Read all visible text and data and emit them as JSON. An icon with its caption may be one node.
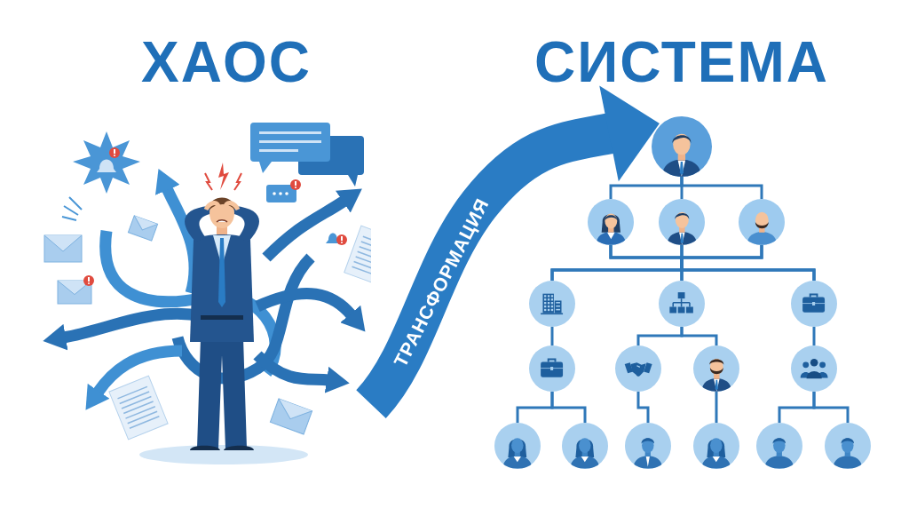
{
  "diagram": {
    "nodes": [
      {
        "text": [],
        "shape": "picture"
      },
      {
        "text": [],
        "shape": "circle"
      },
      {
        "text": [],
        "shape": "circle"
      },
      {
        "text": [],
        "shape": "circle"
      },
      {
        "text": [],
        "shape": "circle"
      },
      {
        "text": [],
        "shape": "circle"
      },
      {
        "text": [],
        "shape": "circle"
      },
      {
        "text": [],
        "shape": "circle"
      },
      {
        "text": [],
        "shape": "circle"
      },
      {
        "text": [],
        "shape": "circle"
      },
      {
        "text": [],
        "shape": "circle"
      },
      {
        "text": [],
        "shape": "circle"
      },
      {
        "text": [],
        "shape": "circle"
      },
      {
        "text": [],
        "shape": "circle"
      },
      {
        "text": [],
        "shape": "circle"
      },
      {
        "text": [],
        "shape": "circle"
      },
      {
        "text": [],
        "shape": "circle"
      },
      {
        "text": [],
        "shape": "circle"
      }
    ],
    "edges": [
      {
        "from": 0,
        "to": 1,
        "arrow": "to",
        "label": "ТРАНСФОРМАЦИЯ",
        "style": "thick"
      },
      {
        "from": 1,
        "to": 2,
        "arrow": "none"
      },
      {
        "from": 1,
        "to": 3,
        "arrow": "none"
      },
      {
        "from": 1,
        "to": 4,
        "arrow": "none"
      },
      {
        "from": 2,
        "to": 5,
        "arrow": "none"
      },
      {
        "from": 2,
        "to": 6,
        "arrow": "none"
      },
      {
        "from": 2,
        "to": 7,
        "arrow": "none"
      },
      {
        "from": 3,
        "to": 5,
        "arrow": "none"
      },
      {
        "from": 3,
        "to": 6,
        "arrow": "none"
      },
      {
        "from": 3,
        "to": 7,
        "arrow": "none"
      },
      {
        "from": 4,
        "to": 5,
        "arrow": "none"
      },
      {
        "from": 4,
        "to": 6,
        "arrow": "none"
      },
      {
        "from": 4,
        "to": 7,
        "arrow": "none"
      },
      {
        "from": 5,
        "to": 8,
        "arrow": "none"
      },
      {
        "from": 6,
        "to": 9,
        "arrow": "none"
      },
      {
        "from": 6,
        "to": 10,
        "arrow": "none"
      },
      {
        "from": 7,
        "to": 11,
        "arrow": "none"
      },
      {
        "from": 8,
        "to": 12,
        "arrow": "none"
      },
      {
        "from": 8,
        "to": 13,
        "arrow": "none"
      },
      {
        "from": 9,
        "to": 14,
        "arrow": "none"
      },
      {
        "from": 10,
        "to": 15,
        "arrow": "none"
      },
      {
        "from": 11,
        "to": 16,
        "arrow": "none"
      },
      {
        "from": 11,
        "to": 17,
        "arrow": "none"
      }
    ],
    "labels": [
      "ХАОС",
      "СИСТЕМА"
    ]
  }
}
